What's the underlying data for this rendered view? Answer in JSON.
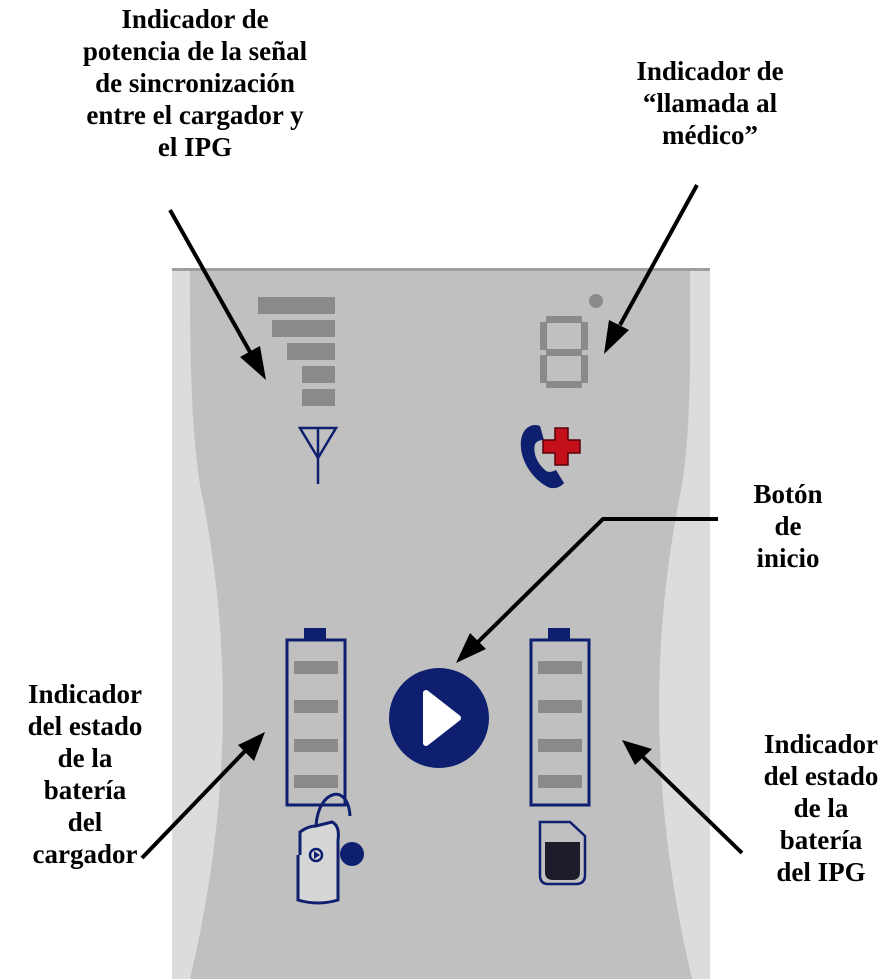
{
  "labels": {
    "signal_strength": "Indicador de\npotencia de la señal\nde sincronización\nentre el cargador y\nel IPG",
    "call_doctor": "Indicador de\n“llamada al\nmédico”",
    "start_button": "Botón\nde\ninicio",
    "charger_battery": "Indicador\ndel estado\nde la\nbatería\ndel\ncargador",
    "ipg_battery": "Indicador\ndel estado\nde la\nbatería\ndel IPG"
  },
  "indicators": {
    "signal_bars_lit": 5,
    "charger_battery_segments": 4,
    "ipg_battery_segments": 4
  },
  "icons": {
    "antenna": "antenna-icon",
    "phone": "phone-icon",
    "red_cross": "red-cross-icon",
    "play": "play-icon",
    "charger": "charger-icon",
    "ipg": "ipg-icon"
  },
  "colors": {
    "device_body": "#c0c0c0",
    "device_edge": "#d9d9d9",
    "segment_gray": "#8a8a8a",
    "navy": "#0d1f6e",
    "red_cross": "#c4101a"
  }
}
